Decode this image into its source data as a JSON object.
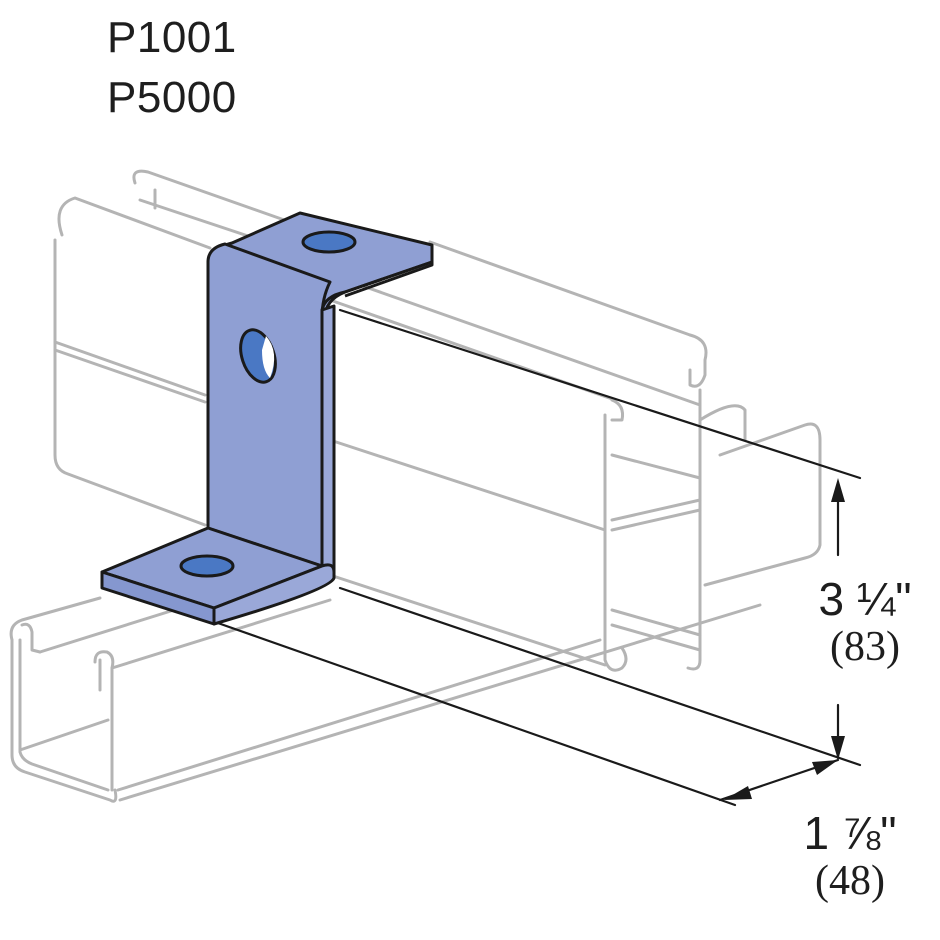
{
  "part_numbers": [
    "P1001",
    "P5000"
  ],
  "figure": {
    "subject": "Z-shaped channel fitting bracket joining stacked channel to base channel",
    "bracket_color": "#8f9fd3",
    "bracket_hole_color": "#4a78c4",
    "outline_color": "#1a1a1a",
    "channel_line_color": "#b0b0b0"
  },
  "dimensions": {
    "height": {
      "imperial": "3 ¼\"",
      "metric": "(83)"
    },
    "width": {
      "imperial": "1 ⅞\"",
      "metric": "(48)"
    }
  }
}
